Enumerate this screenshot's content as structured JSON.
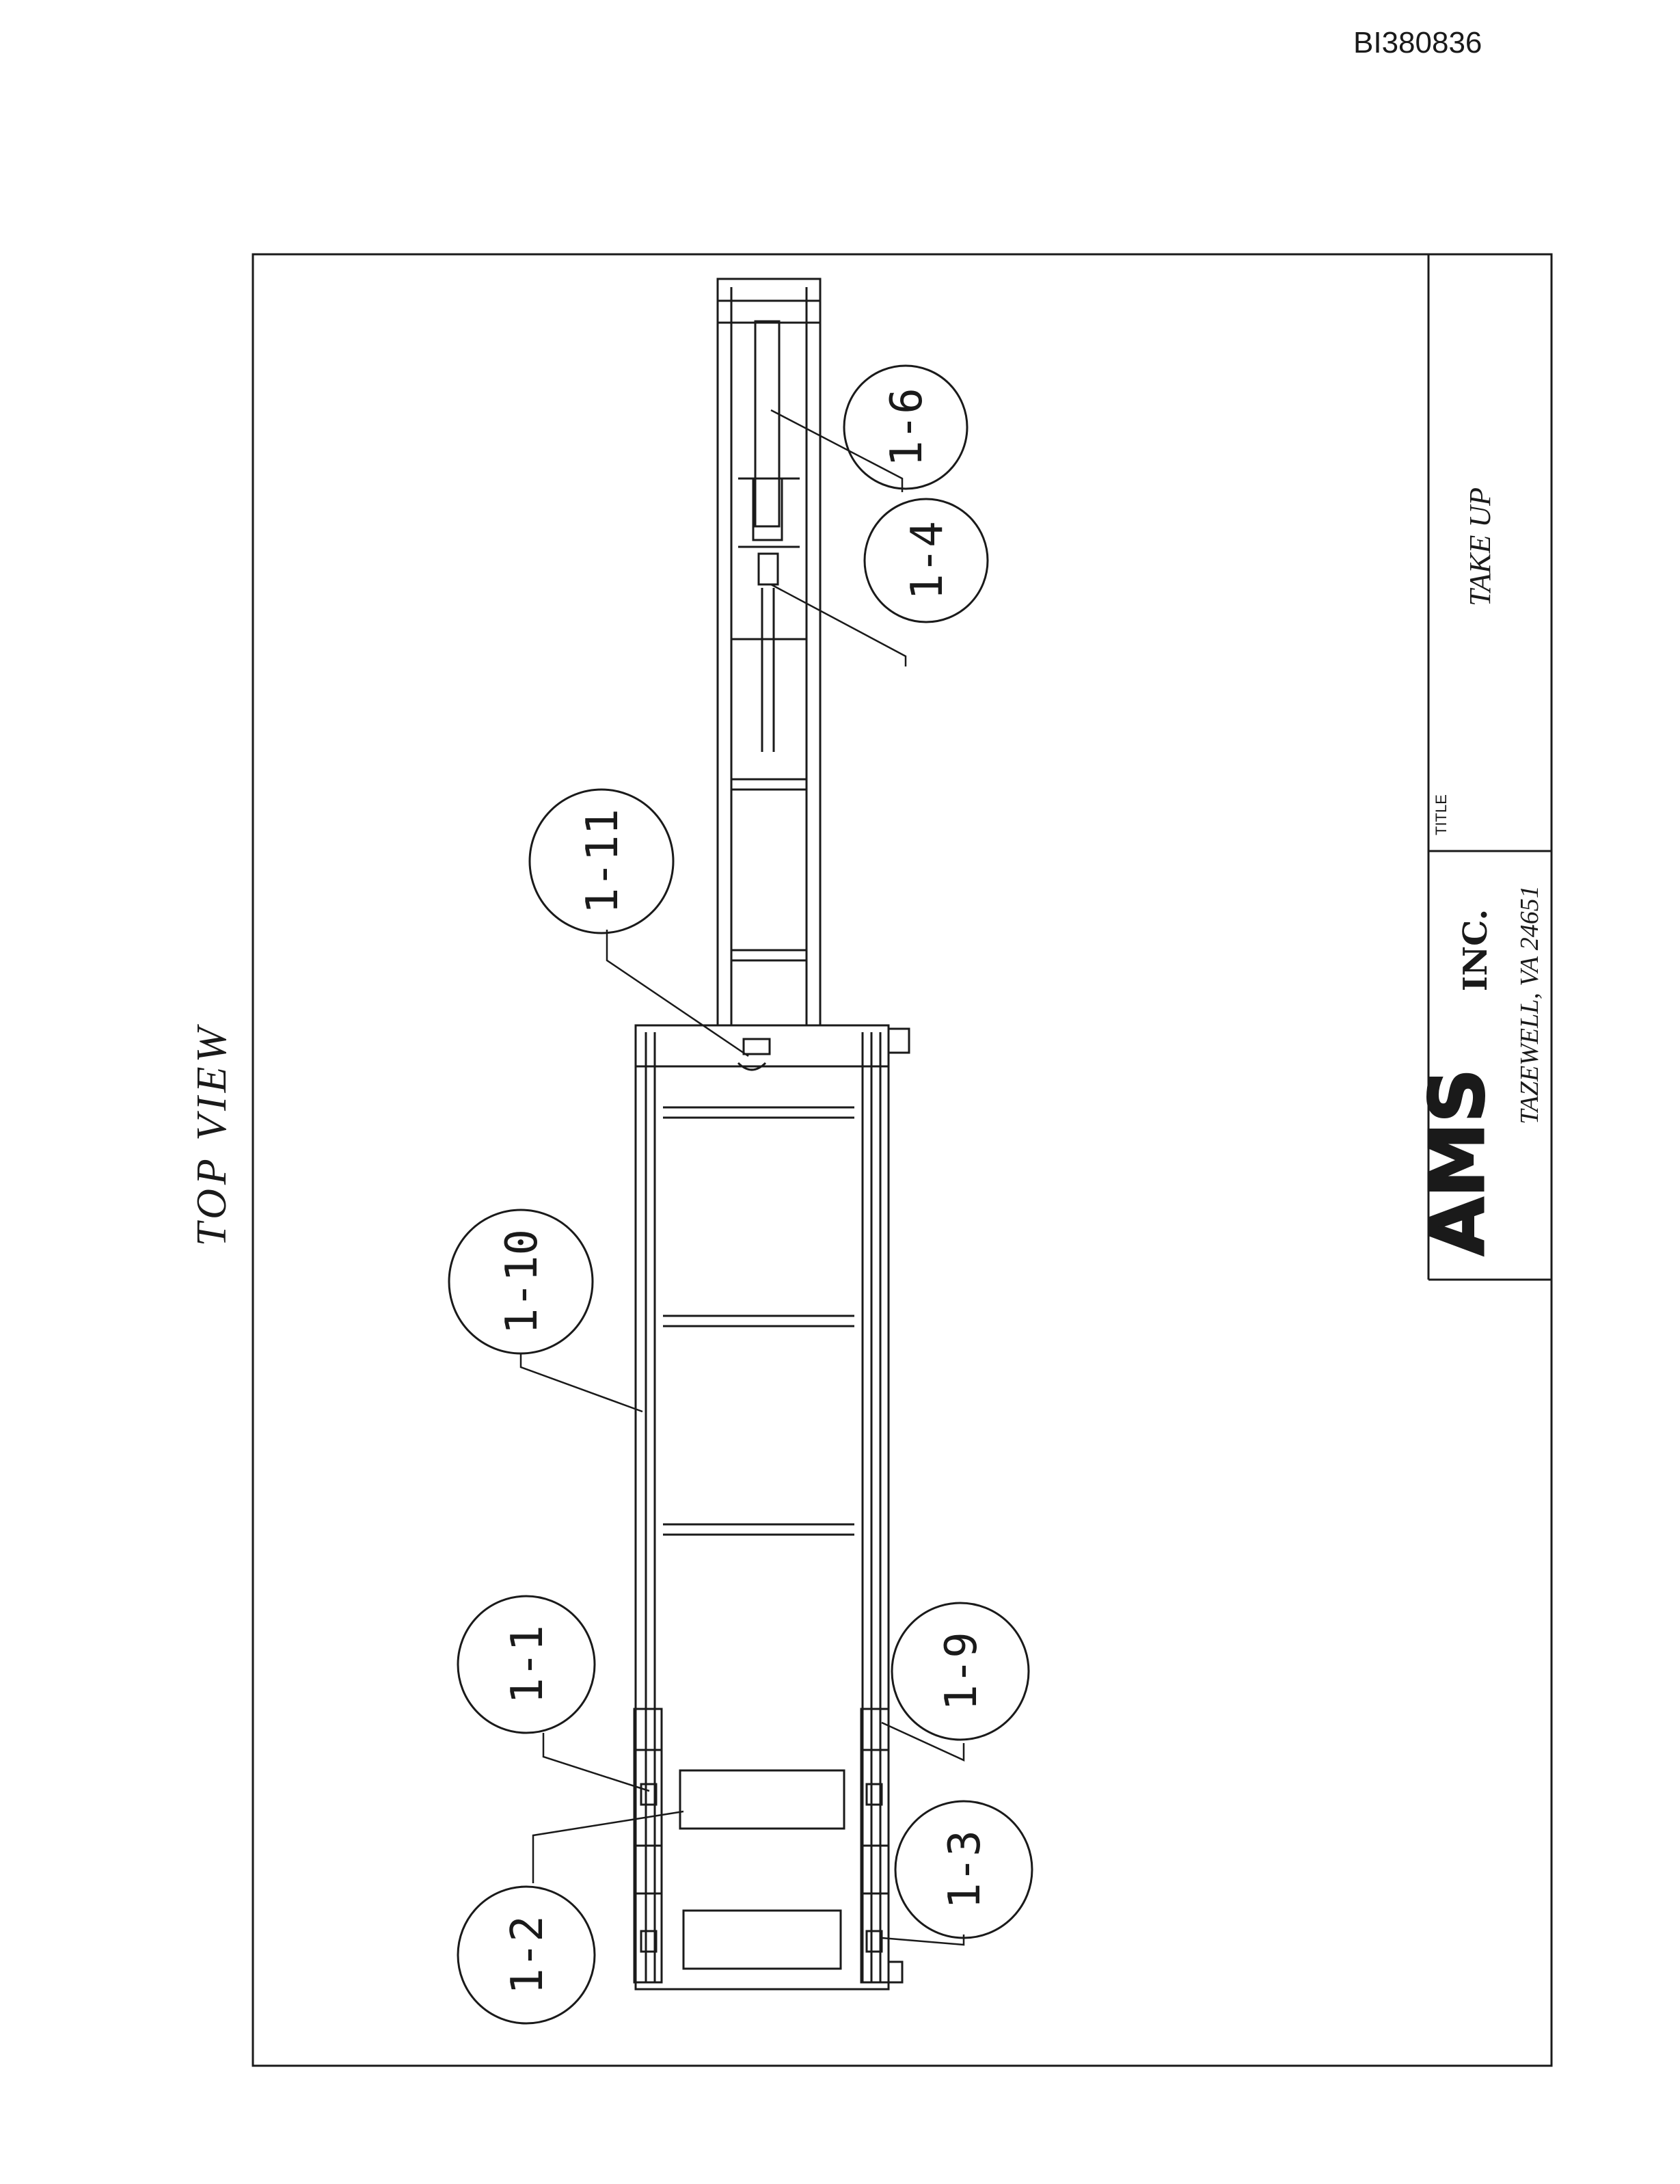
{
  "document": {
    "id": "BI380836",
    "view_label": "TOP VIEW"
  },
  "title_block": {
    "title_label": "TITLE",
    "title": "TAKE UP",
    "company_logo": "AMS",
    "company_suffix": "INC.",
    "company_address": "TAZEWELL, VA 24651"
  },
  "callouts": [
    {
      "id": "1-1",
      "label": "1-1"
    },
    {
      "id": "1-2",
      "label": "1-2"
    },
    {
      "id": "1-3",
      "label": "1-3"
    },
    {
      "id": "1-4",
      "label": "1-4"
    },
    {
      "id": "1-6",
      "label": "1-6"
    },
    {
      "id": "1-9",
      "label": "1-9"
    },
    {
      "id": "1-10",
      "label": "1-10"
    },
    {
      "id": "1-11",
      "label": "1-11"
    }
  ]
}
